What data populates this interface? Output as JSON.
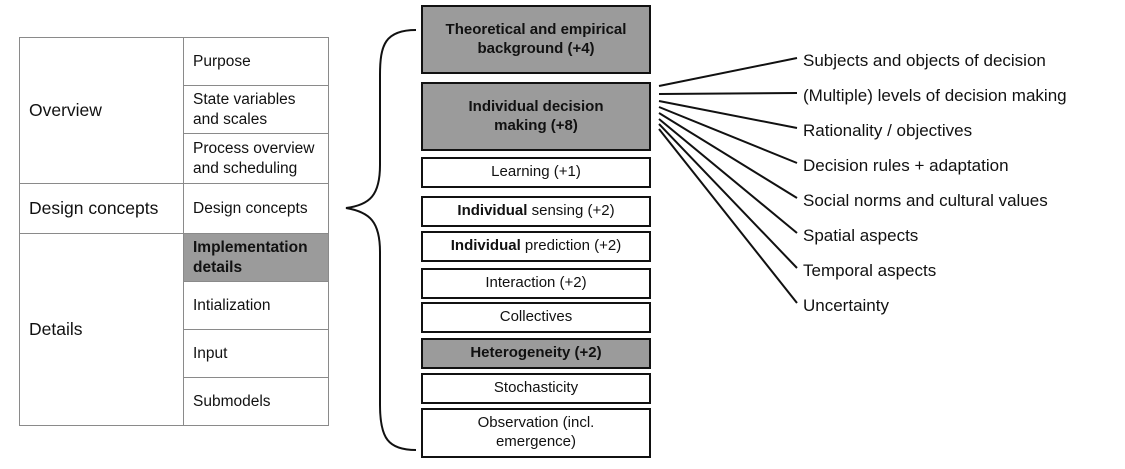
{
  "overview_table": {
    "sections": [
      {
        "label": "Overview",
        "items": [
          "Purpose",
          "State variables and scales",
          "Process overview and scheduling"
        ]
      },
      {
        "label": "Design concepts",
        "items": [
          "Design concepts"
        ]
      },
      {
        "label": "Details",
        "items": [
          "Implementation details",
          "Intialization",
          "Input",
          "Submodels"
        ]
      }
    ]
  },
  "design_concepts": [
    {
      "text": "Theoretical and empirical background (+4)",
      "highlighted": true
    },
    {
      "text": "Individual decision making (+8)",
      "highlighted": true
    },
    {
      "text": "Learning (+1)",
      "highlighted": false
    },
    {
      "bold": "Individual",
      "text": " sensing (+2)",
      "highlighted": false
    },
    {
      "bold": "Individual",
      "text": " prediction (+2)",
      "highlighted": false
    },
    {
      "text": "Interaction (+2)",
      "highlighted": false
    },
    {
      "text": "Collectives",
      "highlighted": false
    },
    {
      "text": "Heterogeneity (+2)",
      "highlighted": true
    },
    {
      "text": "Stochasticity",
      "highlighted": false
    },
    {
      "text": "Observation (incl. emergence)",
      "highlighted": false
    }
  ],
  "decision_aspects": [
    "Subjects and objects of decision",
    "(Multiple) levels of decision making",
    "Rationality / objectives",
    "Decision rules + adaptation",
    "Social norms and cultural values",
    "Spatial aspects",
    "Temporal aspects",
    "Uncertainty"
  ],
  "colors": {
    "highlight": "#9b9b9b",
    "border": "#111111",
    "table_border": "#8a8a8a"
  }
}
